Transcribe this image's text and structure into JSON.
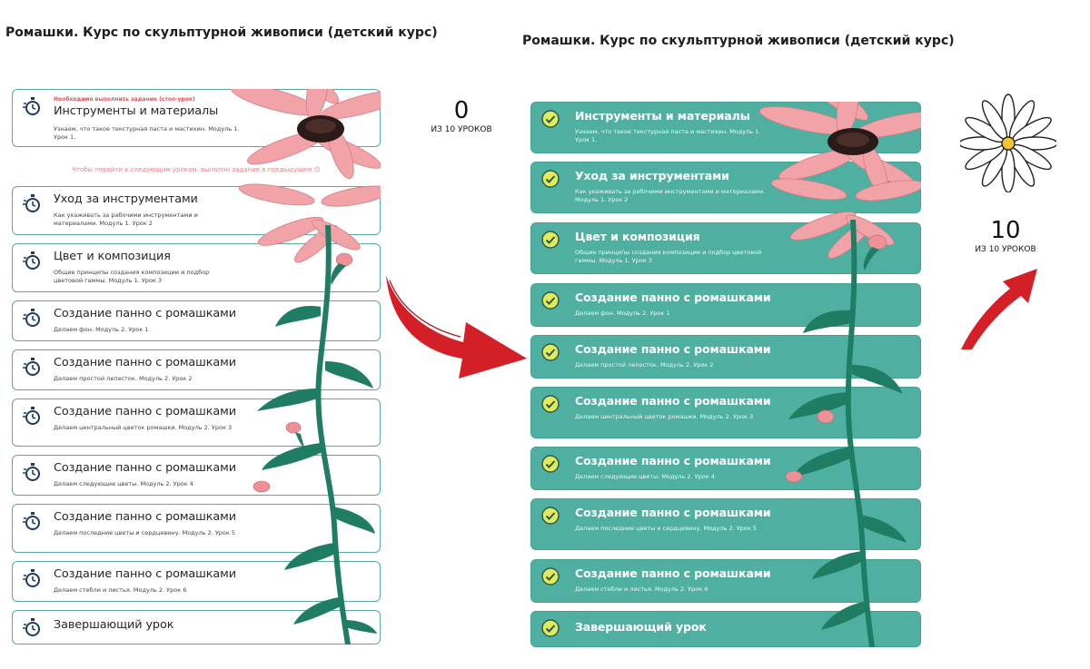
{
  "course_title": "Ромашки. Курс по скульптурной живописи (детский курс)",
  "left_panel": {
    "stop_note": "Необходимо выполнить задание (стоп-урок)",
    "hint": "Чтобы перейти к следующим урокам, выполни задание в предыдущем 😊",
    "counter": {
      "value": "0",
      "label": "ИЗ 10 УРОКОВ"
    },
    "lessons": [
      {
        "title": "Инструменты и материалы",
        "desc": "Узнаем, что такое текстурная паста и мастихин. Модуль 1. Урок 1."
      },
      {
        "title": "Уход за инструментами",
        "desc": "Как ухаживать за рабочими инструментами и материалами. Модуль 1. Урок 2"
      },
      {
        "title": "Цвет и композиция",
        "desc": "Общие принципы создания композиции и подбор цветовой гаммы. Модуль 1. Урок 3"
      },
      {
        "title": "Создание панно с ромашками",
        "desc": "Делаем фон. Модуль 2. Урок 1"
      },
      {
        "title": "Создание панно с ромашками",
        "desc": "Делаем простой лепесток. Модуль 2. Урок 2"
      },
      {
        "title": "Создание панно с ромашками",
        "desc": "Делаем центральный цветок ромашки. Модуль 2. Урок 3"
      },
      {
        "title": "Создание панно с ромашками",
        "desc": "Делаем следующие цветы. Модуль 2. Урок 4"
      },
      {
        "title": "Создание панно с ромашками",
        "desc": "Делаем последние цветы и сердцевину. Модуль 2. Урок 5"
      },
      {
        "title": "Создание панно с ромашками",
        "desc": "Делаем стебли и листья. Модуль 2. Урок 6"
      },
      {
        "title": "Завершающий урок",
        "desc": ""
      }
    ]
  },
  "right_panel": {
    "counter": {
      "value": "10",
      "label": "ИЗ 10 УРОКОВ"
    },
    "lessons": [
      {
        "title": "Инструменты и материалы",
        "desc": "Узнаем, что такое текстурная паста и мастихин. Модуль 1. Урок 1."
      },
      {
        "title": "Уход за инструментами",
        "desc": "Как ухаживать за рабочими инструментами и материалами. Модуль 1. Урок 2"
      },
      {
        "title": "Цвет и композиция",
        "desc": "Общие принципы создания композиции и подбор цветовой гаммы. Модуль 1. Урок 3"
      },
      {
        "title": "Создание панно с ромашками",
        "desc": "Делаем фон. Модуль 2. Урок 1"
      },
      {
        "title": "Создание панно с ромашками",
        "desc": "Делаем простой лепесток. Модуль 2. Урок 2"
      },
      {
        "title": "Создание панно с ромашками",
        "desc": "Делаем центральный цветок ромашки. Модуль 2. Урок 3"
      },
      {
        "title": "Создание панно с ромашками",
        "desc": "Делаем следующие цветы. Модуль 2. Урок 4"
      },
      {
        "title": "Создание панно с ромашками",
        "desc": "Делаем последние цветы и сердцевину. Модуль 2. Урок 5"
      },
      {
        "title": "Создание панно с ромашками",
        "desc": "Делаем стебли и листья. Модуль 2. Урок 6"
      },
      {
        "title": "Завершающий урок",
        "desc": ""
      }
    ]
  },
  "colors": {
    "teal": "#4fb0a2",
    "teal_border": "#5aa99b",
    "stem_green": "#1f7d63",
    "petal_pink": "#f2a3a7",
    "arrow_red": "#d41f26",
    "check_yellow": "#e2ea5b",
    "icon_navy": "#1d3a63"
  },
  "icons": {
    "locked": "stopwatch-icon",
    "done": "check-circle-icon",
    "decor": "daisy-icon",
    "transition": "arrow-icon"
  }
}
